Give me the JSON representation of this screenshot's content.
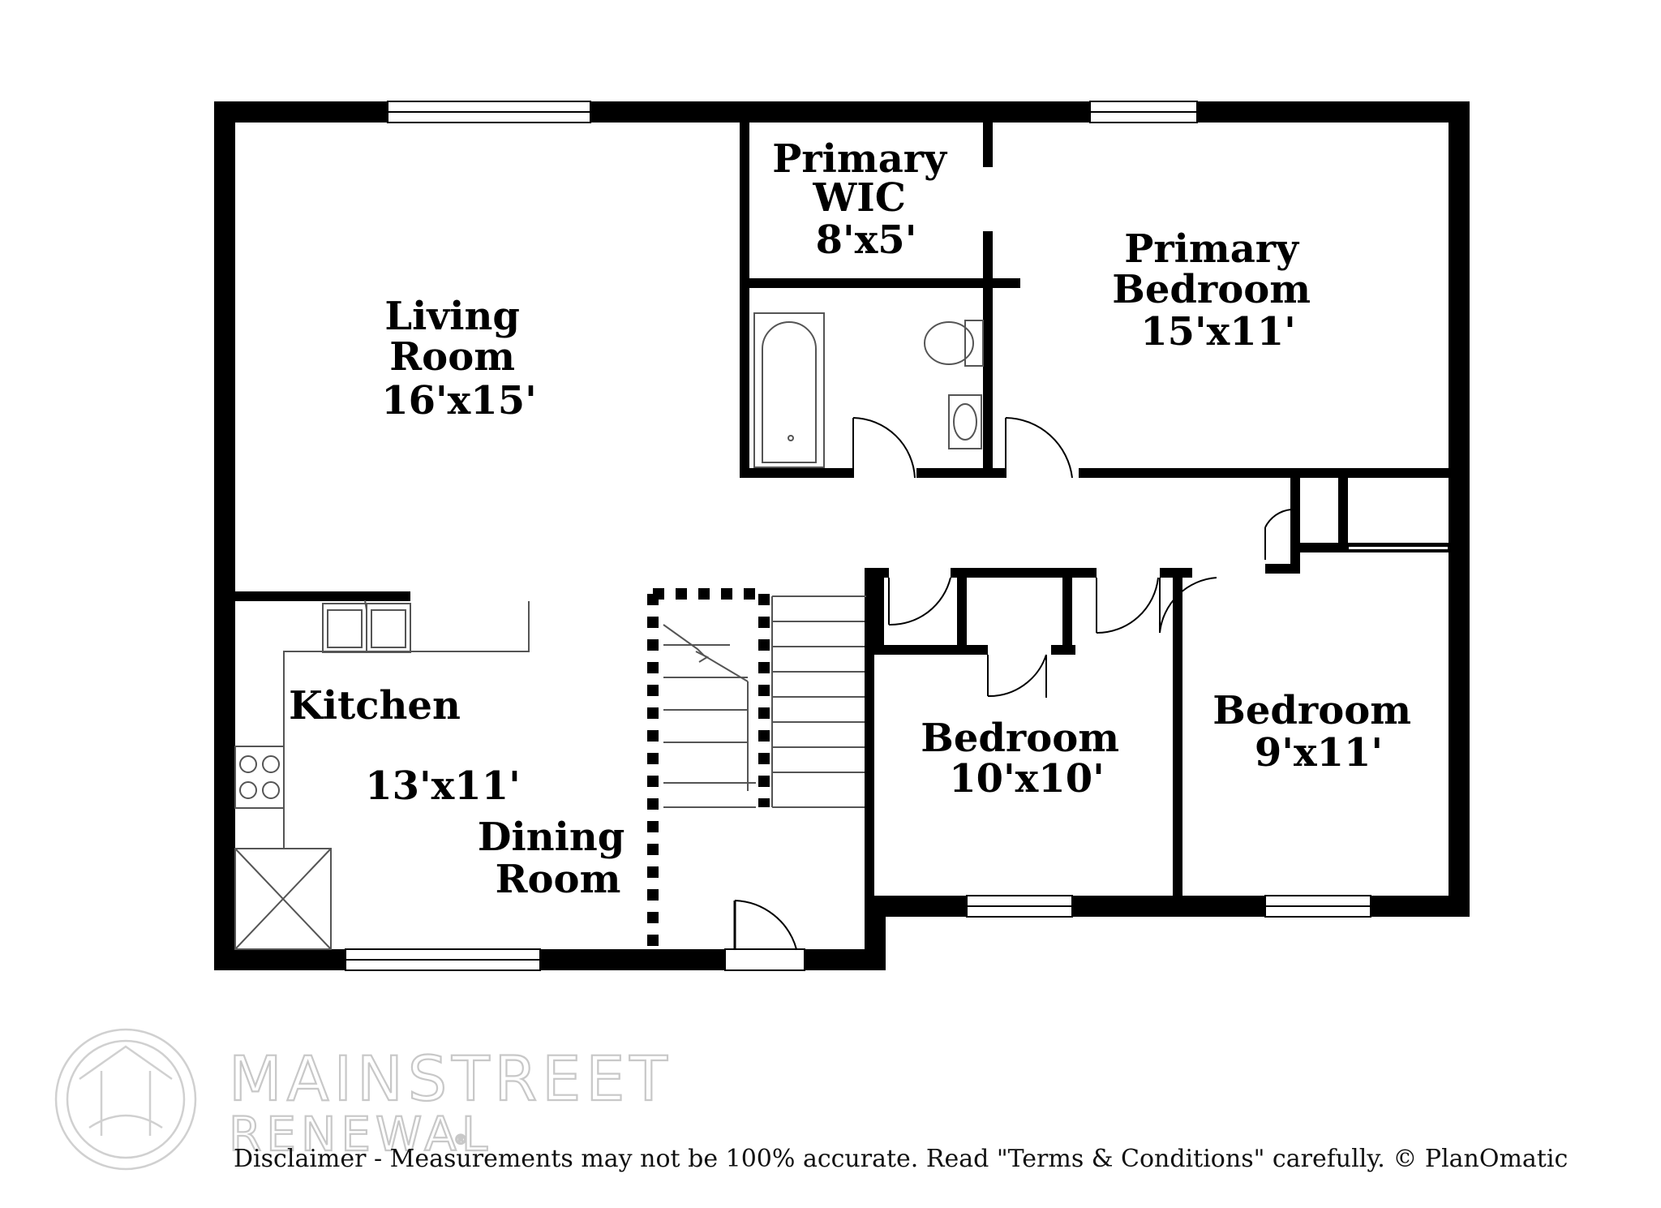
{
  "plan": {
    "colors": {
      "wall": "#000000",
      "fixture": "#555555",
      "background": "#ffffff",
      "watermark": "#c8c8c8"
    },
    "rooms": [
      {
        "id": "primary-wic",
        "lines": [
          "Primary",
          "WIC",
          "8'x5'"
        ]
      },
      {
        "id": "primary-bedroom",
        "lines": [
          "Primary",
          "Bedroom",
          "15'x11'"
        ]
      },
      {
        "id": "living-room",
        "lines": [
          "Living",
          "Room",
          "16'x15'"
        ]
      },
      {
        "id": "kitchen",
        "lines": [
          "Kitchen"
        ]
      },
      {
        "id": "kitchen-size",
        "lines": [
          "13'x11'"
        ]
      },
      {
        "id": "dining-room",
        "lines": [
          "Dining",
          "Room"
        ]
      },
      {
        "id": "bedroom-middle",
        "lines": [
          "Bedroom",
          "10'x10'"
        ]
      },
      {
        "id": "bedroom-right",
        "lines": [
          "Bedroom",
          "9'x11'"
        ]
      }
    ]
  },
  "watermark": {
    "line1": "MAINSTREET",
    "line2": "RENEWAL",
    "mark": "®"
  },
  "disclaimer": "Disclaimer - Measurements may not be 100% accurate. Read \"Terms & Conditions\" carefully. © PlanOmatic"
}
